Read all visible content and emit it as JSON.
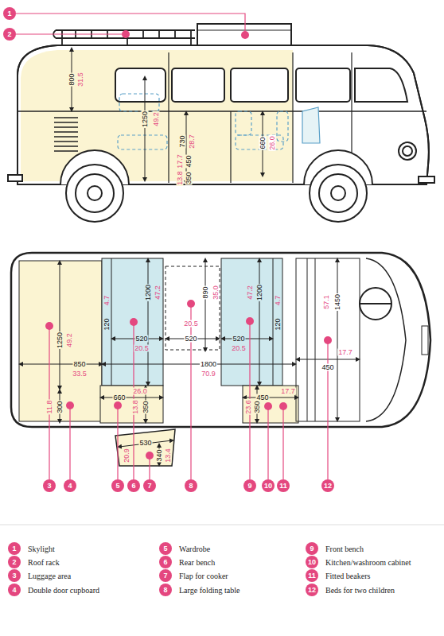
{
  "diagram": {
    "nodes": [
      {
        "text": [
          "1"
        ]
      },
      {
        "text": [
          "2"
        ]
      },
      {
        "text": [
          "3"
        ]
      },
      {
        "text": [
          "4"
        ]
      },
      {
        "text": [
          "5"
        ]
      },
      {
        "text": [
          "6"
        ]
      },
      {
        "text": [
          "7"
        ]
      },
      {
        "text": [
          "8"
        ]
      },
      {
        "text": [
          "9"
        ]
      },
      {
        "text": [
          "10"
        ]
      },
      {
        "text": [
          "11"
        ]
      },
      {
        "text": [
          "12"
        ]
      },
      {
        "text": [
          "1",
          "Skylight"
        ]
      },
      {
        "text": [
          "2",
          "Roof rack"
        ]
      },
      {
        "text": [
          "3",
          "Luggage area"
        ]
      },
      {
        "text": [
          "4",
          "Double door cupboard"
        ]
      },
      {
        "text": [
          "5",
          "Wardrobe"
        ]
      },
      {
        "text": [
          "6",
          "Rear bench"
        ]
      },
      {
        "text": [
          "7",
          "Flap for cooker"
        ]
      },
      {
        "text": [
          "8",
          "Large folding table"
        ]
      },
      {
        "text": [
          "9",
          "Front bench"
        ]
      },
      {
        "text": [
          "10",
          "Kitchen/washroom cabinet"
        ]
      },
      {
        "text": [
          "11",
          "Fitted beakers"
        ]
      },
      {
        "text": [
          "12",
          "Beds for two children"
        ]
      }
    ],
    "labels": [
      "800",
      "31.5",
      "1250",
      "49.2",
      "730",
      "28.7",
      "17.7",
      "450",
      "350",
      "13.8",
      "660",
      "26.0",
      "1250",
      "49.2",
      "850",
      "33.5",
      "120",
      "4.7",
      "1200",
      "47.2",
      "520",
      "20.5",
      "1800",
      "70.9",
      "890",
      "35.0",
      "20.5",
      "520",
      "520",
      "20.5",
      "47.2",
      "1200",
      "120",
      "4.7",
      "57.1",
      "1450",
      "450",
      "17.7",
      "660",
      "26.0",
      "13.8",
      "350",
      "450",
      "17.7",
      "23.6",
      "350",
      "11.8",
      "300",
      "530",
      "20.9",
      "340",
      "13.4"
    ]
  }
}
